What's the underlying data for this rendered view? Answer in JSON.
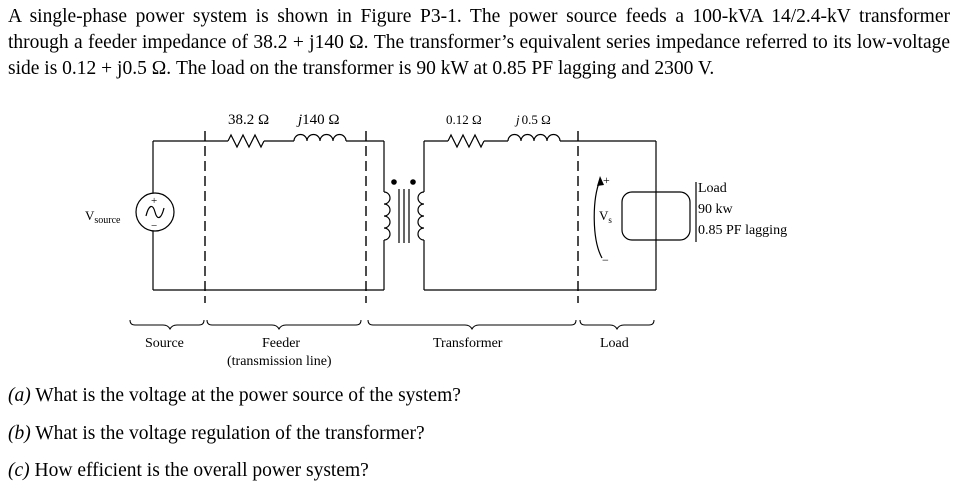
{
  "problem": {
    "text": "A single-phase power system is shown in Figure P3-1.  The power source feeds a 100-kVA 14/2.4-kV transformer through a feeder impedance of 38.2 + j140 Ω.  The transformer’s equivalent series impedance referred to its low-voltage side is 0.12 + j0.5 Ω.  The load on the transformer is 90 kW at 0.85 PF lagging and 2300 V."
  },
  "figure": {
    "feeder_r": "38.2 Ω",
    "feeder_x_j": "j",
    "feeder_x_val": "140 Ω",
    "tx_r": "0.12 Ω",
    "tx_x_j": "j",
    "tx_x_val": "0.5 Ω",
    "vsource_main": "V",
    "vsource_sub": "source",
    "vs_main": "V",
    "vs_sub": "s",
    "source_plus": "+",
    "source_minus": "−",
    "vs_plus": "+",
    "vs_minus": "−",
    "load_label": "Load",
    "load_power": "90 kw",
    "load_pf": "0.85 PF lagging",
    "section_source": "Source",
    "section_feeder": "Feeder",
    "section_feeder_sub": "(transmission line)",
    "section_transformer": "Transformer",
    "section_load": "Load"
  },
  "questions": [
    {
      "label": "(a)",
      "text": "What is the voltage at the power source of the system?"
    },
    {
      "label": "(b)",
      "text": "What is the voltage regulation of the transformer?"
    },
    {
      "label": "(c)",
      "text": "How efficient is the overall power system?"
    }
  ]
}
